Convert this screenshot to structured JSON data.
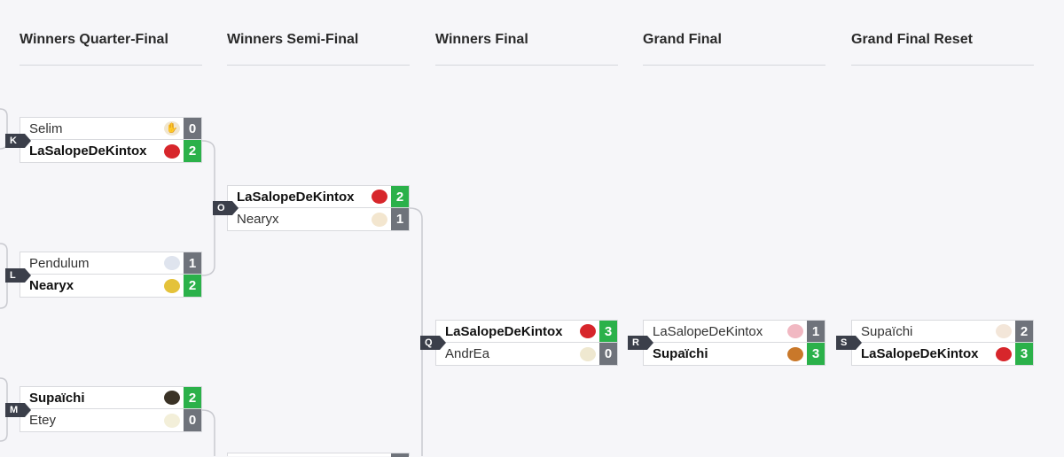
{
  "rounds": [
    {
      "title": "Winners Quarter-Final"
    },
    {
      "title": "Winners Semi-Final"
    },
    {
      "title": "Winners Final"
    },
    {
      "title": "Grand Final"
    },
    {
      "title": "Grand Final Reset"
    }
  ],
  "matches": {
    "K": {
      "id": "K",
      "p1": {
        "name": "Selim",
        "score": "0",
        "win": false,
        "char_icon": "character-icon-cream"
      },
      "p2": {
        "name": "LaSalopeDeKintox",
        "score": "2",
        "win": true,
        "char_icon": "character-icon-red"
      }
    },
    "L": {
      "id": "L",
      "p1": {
        "name": "Pendulum",
        "score": "1",
        "win": false,
        "char_icon": "character-icon-white"
      },
      "p2": {
        "name": "Nearyx",
        "score": "2",
        "win": true,
        "char_icon": "character-icon-yellow"
      }
    },
    "M": {
      "id": "M",
      "p1": {
        "name": "Supaïchi",
        "score": "2",
        "win": true,
        "char_icon": "character-icon-dark"
      },
      "p2": {
        "name": "Etey",
        "score": "0",
        "win": false,
        "char_icon": "character-icon-cream"
      }
    },
    "O": {
      "id": "O",
      "p1": {
        "name": "LaSalopeDeKintox",
        "score": "2",
        "win": true,
        "char_icon": "character-icon-red"
      },
      "p2": {
        "name": "Nearyx",
        "score": "1",
        "win": false,
        "char_icon": "character-icon-cream"
      }
    },
    "Q": {
      "id": "Q",
      "p1": {
        "name": "LaSalopeDeKintox",
        "score": "3",
        "win": true,
        "char_icon": "character-icon-red"
      },
      "p2": {
        "name": "AndrEa",
        "score": "0",
        "win": false,
        "char_icon": "character-icon-wings"
      }
    },
    "R": {
      "id": "R",
      "p1": {
        "name": "LaSalopeDeKintox",
        "score": "1",
        "win": false,
        "char_icon": "character-icon-pink"
      },
      "p2": {
        "name": "Supaïchi",
        "score": "3",
        "win": true,
        "char_icon": "character-icon-orange"
      }
    },
    "S": {
      "id": "S",
      "p1": {
        "name": "Supaïchi",
        "score": "2",
        "win": false,
        "char_icon": "character-icon-cream"
      },
      "p2": {
        "name": "LaSalopeDeKintox",
        "score": "3",
        "win": true,
        "char_icon": "character-icon-red"
      }
    }
  },
  "colors": {
    "win": "#2bb14a",
    "lose": "#6f737b",
    "tag": "#3b3f4a",
    "line": "#c9cad0"
  }
}
